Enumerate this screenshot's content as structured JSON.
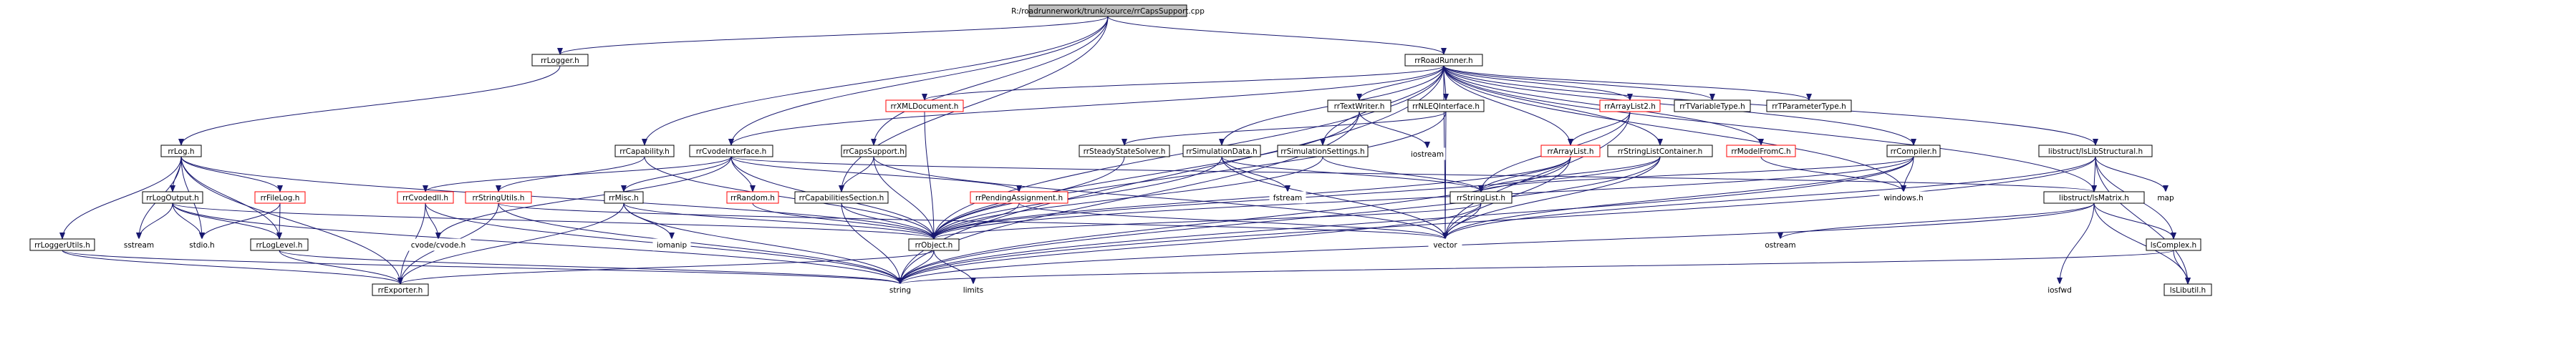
{
  "colors": {
    "root_fill": "#bfbfbf",
    "node_fill": "#ffffff",
    "border_default": "#000000",
    "border_red": "#ff0000",
    "border_none": "#ffffff",
    "edge": "#191970",
    "text": "#000000"
  },
  "nodes": [
    {
      "id": "root",
      "label": "R:/roadrunnerwork/trunk/source/rrCapsSupport.cpp",
      "style": "root"
    },
    {
      "id": "rrLogger",
      "label": "rrLogger.h",
      "style": "plain"
    },
    {
      "id": "rrRoadRunner",
      "label": "rrRoadRunner.h",
      "style": "plain"
    },
    {
      "id": "rrLog",
      "label": "rrLog.h",
      "style": "plain"
    },
    {
      "id": "rrCapability",
      "label": "rrCapability.h",
      "style": "plain"
    },
    {
      "id": "rrCvodeInterface",
      "label": "rrCvodeInterface.h",
      "style": "plain"
    },
    {
      "id": "rrXMLDocument",
      "label": "rrXMLDocument.h",
      "style": "red"
    },
    {
      "id": "rrCapsSupportH",
      "label": "rrCapsSupport.h",
      "style": "plain"
    },
    {
      "id": "rrCapabilitiesSection",
      "label": "rrCapabilitiesSection.h",
      "style": "plain"
    },
    {
      "id": "rrTextWriter",
      "label": "rrTextWriter.h",
      "style": "plain"
    },
    {
      "id": "rrNLEQInterface",
      "label": "rrNLEQInterface.h",
      "style": "plain"
    },
    {
      "id": "rrArrayList2",
      "label": "rrArrayList2.h",
      "style": "red"
    },
    {
      "id": "rrTVariableType",
      "label": "rrTVariableType.h",
      "style": "plain"
    },
    {
      "id": "rrTParameterType",
      "label": "rrTParameterType.h",
      "style": "plain"
    },
    {
      "id": "rrCompiler",
      "label": "rrCompiler.h",
      "style": "plain"
    },
    {
      "id": "libstructLibStructural",
      "label": "libstruct/lsLibStructural.h",
      "style": "plain"
    },
    {
      "id": "rrSteadyStateSolver",
      "label": "rrSteadyStateSolver.h",
      "style": "plain"
    },
    {
      "id": "rrSimulationData",
      "label": "rrSimulationData.h",
      "style": "plain"
    },
    {
      "id": "rrSimulationSettings",
      "label": "rrSimulationSettings.h",
      "style": "plain"
    },
    {
      "id": "rrArrayList",
      "label": "rrArrayList.h",
      "style": "red"
    },
    {
      "id": "rrStringListContainer",
      "label": "rrStringListContainer.h",
      "style": "plain"
    },
    {
      "id": "rrModelFromC",
      "label": "rrModelFromC.h",
      "style": "red"
    },
    {
      "id": "iostream",
      "label": "iostream",
      "style": "none"
    },
    {
      "id": "rrLogOutput",
      "label": "rrLogOutput.h",
      "style": "plain"
    },
    {
      "id": "rrFileLog",
      "label": "rrFileLog.h",
      "style": "red"
    },
    {
      "id": "rrCvodedll",
      "label": "rrCvodedll.h",
      "style": "red"
    },
    {
      "id": "rrStringUtils",
      "label": "rrStringUtils.h",
      "style": "red"
    },
    {
      "id": "rrMisc",
      "label": "rrMisc.h",
      "style": "plain"
    },
    {
      "id": "rrRandom",
      "label": "rrRandom.h",
      "style": "red"
    },
    {
      "id": "rrPendingAssignment",
      "label": "rrPendingAssignment.h",
      "style": "red"
    },
    {
      "id": "libstructLibMatrix",
      "label": "libstruct/lsMatrix.h",
      "style": "plain"
    },
    {
      "id": "rrStringList",
      "label": "rrStringList.h",
      "style": "plain"
    },
    {
      "id": "fstream",
      "label": "fstream",
      "style": "none"
    },
    {
      "id": "windows",
      "label": "windows.h",
      "style": "none"
    },
    {
      "id": "map",
      "label": "map",
      "style": "none"
    },
    {
      "id": "rrLoggerUtils",
      "label": "rrLoggerUtils.h",
      "style": "plain"
    },
    {
      "id": "sstream",
      "label": "sstream",
      "style": "none"
    },
    {
      "id": "stdio",
      "label": "stdio.h",
      "style": "none"
    },
    {
      "id": "rrLogLevel",
      "label": "rrLogLevel.h",
      "style": "plain"
    },
    {
      "id": "cvodecvode",
      "label": "cvode/cvode.h",
      "style": "none"
    },
    {
      "id": "iomanip",
      "label": "iomanip",
      "style": "none"
    },
    {
      "id": "rrObject",
      "label": "rrObject.h",
      "style": "plain"
    },
    {
      "id": "vector",
      "label": "vector",
      "style": "none"
    },
    {
      "id": "ostream",
      "label": "ostream",
      "style": "none"
    },
    {
      "id": "lsComplex",
      "label": "lsComplex.h",
      "style": "plain"
    },
    {
      "id": "rrExporter",
      "label": "rrExporter.h",
      "style": "plain"
    },
    {
      "id": "string",
      "label": "string",
      "style": "none"
    },
    {
      "id": "limits",
      "label": "limits",
      "style": "none"
    },
    {
      "id": "iosfwd",
      "label": "iosfwd",
      "style": "none"
    },
    {
      "id": "lsLibutil",
      "label": "lsLibutil.h",
      "style": "plain"
    }
  ],
  "edges": [
    [
      "root",
      "rrLogger"
    ],
    [
      "root",
      "rrRoadRunner"
    ],
    [
      "root",
      "rrCapability"
    ],
    [
      "root",
      "rrCvodeInterface"
    ],
    [
      "root",
      "rrCapsSupportH"
    ],
    [
      "root",
      "rrCapabilitiesSection"
    ],
    [
      "rrLogger",
      "rrLog"
    ],
    [
      "rrRoadRunner",
      "rrCvodeInterface"
    ],
    [
      "rrRoadRunner",
      "rrXMLDocument"
    ],
    [
      "rrRoadRunner",
      "rrTextWriter"
    ],
    [
      "rrRoadRunner",
      "rrNLEQInterface"
    ],
    [
      "rrRoadRunner",
      "rrArrayList2"
    ],
    [
      "rrRoadRunner",
      "rrTVariableType"
    ],
    [
      "rrRoadRunner",
      "rrTParameterType"
    ],
    [
      "rrRoadRunner",
      "rrCompiler"
    ],
    [
      "rrRoadRunner",
      "libstructLibStructural"
    ],
    [
      "rrRoadRunner",
      "rrSimulationData"
    ],
    [
      "rrRoadRunner",
      "rrSimulationSettings"
    ],
    [
      "rrRoadRunner",
      "rrArrayList"
    ],
    [
      "rrRoadRunner",
      "rrStringListContainer"
    ],
    [
      "rrRoadRunner",
      "rrModelFromC"
    ],
    [
      "rrRoadRunner",
      "windows"
    ],
    [
      "rrRoadRunner",
      "rrObject"
    ],
    [
      "rrRoadRunner",
      "vector"
    ],
    [
      "rrRoadRunner",
      "string"
    ],
    [
      "rrRoadRunner",
      "libstructLibMatrix"
    ],
    [
      "rrLog",
      "rrLogOutput"
    ],
    [
      "rrLog",
      "rrFileLog"
    ],
    [
      "rrLog",
      "rrLoggerUtils"
    ],
    [
      "rrLog",
      "sstream"
    ],
    [
      "rrLog",
      "stdio"
    ],
    [
      "rrLog",
      "rrLogLevel"
    ],
    [
      "rrLog",
      "rrExporter"
    ],
    [
      "rrLog",
      "rrObject"
    ],
    [
      "rrCapability",
      "rrObject"
    ],
    [
      "rrCapability",
      "rrStringUtils"
    ],
    [
      "rrCvodeInterface",
      "rrCvodedll"
    ],
    [
      "rrCvodeInterface",
      "rrRandom"
    ],
    [
      "rrCvodeInterface",
      "rrPendingAssignment"
    ],
    [
      "rrCvodeInterface",
      "rrObject"
    ],
    [
      "rrCvodeInterface",
      "rrMisc"
    ],
    [
      "rrCvodeInterface",
      "cvodecvode"
    ],
    [
      "rrCvodeInterface",
      "libstructLibMatrix"
    ],
    [
      "rrXMLDocument",
      "rrObject"
    ],
    [
      "rrCapsSupportH",
      "rrObject"
    ],
    [
      "rrCapsSupportH",
      "rrCapabilitiesSection"
    ],
    [
      "rrCapsSupportH",
      "vector"
    ],
    [
      "rrCapabilitiesSection",
      "rrObject"
    ],
    [
      "rrCapabilitiesSection",
      "string"
    ],
    [
      "rrTextWriter",
      "rrObject"
    ],
    [
      "rrTextWriter",
      "iostream"
    ],
    [
      "rrTextWriter",
      "string"
    ],
    [
      "rrNLEQInterface",
      "rrSteadyStateSolver"
    ],
    [
      "rrNLEQInterface",
      "rrObject"
    ],
    [
      "rrNLEQInterface",
      "vector"
    ],
    [
      "rrArrayList2",
      "rrArrayList"
    ],
    [
      "rrArrayList2",
      "vector"
    ],
    [
      "rrArrayList2",
      "rrStringList"
    ],
    [
      "rrCompiler",
      "rrObject"
    ],
    [
      "rrCompiler",
      "rrStringList"
    ],
    [
      "rrCompiler",
      "vector"
    ],
    [
      "rrCompiler",
      "string"
    ],
    [
      "rrCompiler",
      "windows"
    ],
    [
      "libstructLibStructural",
      "libstructLibMatrix"
    ],
    [
      "libstructLibStructural",
      "map"
    ],
    [
      "libstructLibStructural",
      "lsComplex"
    ],
    [
      "libstructLibStructural",
      "lsLibutil"
    ],
    [
      "libstructLibStructural",
      "vector"
    ],
    [
      "libstructLibStructural",
      "string"
    ],
    [
      "rrSteadyStateSolver",
      "rrObject"
    ],
    [
      "rrSimulationData",
      "rrObject"
    ],
    [
      "rrSimulationData",
      "rrStringList"
    ],
    [
      "rrSimulationData",
      "fstream"
    ],
    [
      "rrSimulationData",
      "vector"
    ],
    [
      "rrSimulationSettings",
      "rrObject"
    ],
    [
      "rrSimulationSettings",
      "rrStringList"
    ],
    [
      "rrArrayList",
      "rrObject"
    ],
    [
      "rrArrayList",
      "rrStringList"
    ],
    [
      "rrArrayList",
      "vector"
    ],
    [
      "rrArrayList",
      "string"
    ],
    [
      "rrStringListContainer",
      "rrStringList"
    ],
    [
      "rrStringListContainer",
      "rrObject"
    ],
    [
      "rrStringListContainer",
      "vector"
    ],
    [
      "rrStringListContainer",
      "string"
    ],
    [
      "rrModelFromC",
      "windows"
    ],
    [
      "rrLogOutput",
      "rrLogLevel"
    ],
    [
      "rrLogOutput",
      "rrObject"
    ],
    [
      "rrLogOutput",
      "stdio"
    ],
    [
      "rrLogOutput",
      "string"
    ],
    [
      "rrLogOutput",
      "sstream"
    ],
    [
      "rrFileLog",
      "rrLogLevel"
    ],
    [
      "rrFileLog",
      "stdio"
    ],
    [
      "rrCvodedll",
      "cvodecvode"
    ],
    [
      "rrCvodedll",
      "rrExporter"
    ],
    [
      "rrCvodedll",
      "string"
    ],
    [
      "rrStringUtils",
      "rrExporter"
    ],
    [
      "rrStringUtils",
      "string"
    ],
    [
      "rrStringUtils",
      "vector"
    ],
    [
      "rrMisc",
      "rrObject"
    ],
    [
      "rrMisc",
      "iomanip"
    ],
    [
      "rrMisc",
      "rrExporter"
    ],
    [
      "rrMisc",
      "string"
    ],
    [
      "rrRandom",
      "rrObject"
    ],
    [
      "rrPendingAssignment",
      "rrObject"
    ],
    [
      "rrPendingAssignment",
      "vector"
    ],
    [
      "libstructLibMatrix",
      "lsComplex"
    ],
    [
      "libstructLibMatrix",
      "ostream"
    ],
    [
      "libstructLibMatrix",
      "iosfwd"
    ],
    [
      "libstructLibMatrix",
      "lsLibutil"
    ],
    [
      "libstructLibMatrix",
      "string"
    ],
    [
      "rrStringList",
      "rrObject"
    ],
    [
      "rrStringList",
      "vector"
    ],
    [
      "rrStringList",
      "string"
    ],
    [
      "rrLoggerUtils",
      "rrExporter"
    ],
    [
      "rrLoggerUtils",
      "string"
    ],
    [
      "rrLogLevel",
      "rrExporter"
    ],
    [
      "rrLogLevel",
      "string"
    ],
    [
      "rrObject",
      "rrExporter"
    ],
    [
      "rrObject",
      "string"
    ],
    [
      "rrObject",
      "limits"
    ],
    [
      "lsComplex",
      "lsLibutil"
    ],
    [
      "lsComplex",
      "string"
    ]
  ]
}
